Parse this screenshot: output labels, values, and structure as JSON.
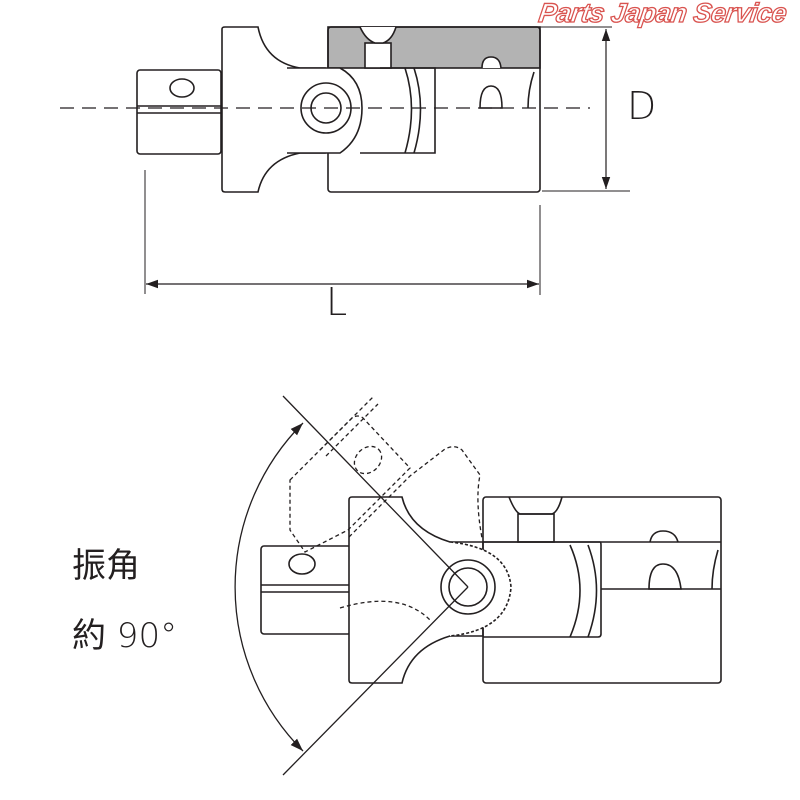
{
  "watermark": "Parts Japan Service",
  "top_view": {
    "dimension_d": "D",
    "dimension_l": "L"
  },
  "bottom_view": {
    "swing_label": "振角",
    "swing_value": "約 90°"
  },
  "colors": {
    "line": "#231f20",
    "band": "#b3b3b3",
    "watermark": "#d9534f"
  }
}
